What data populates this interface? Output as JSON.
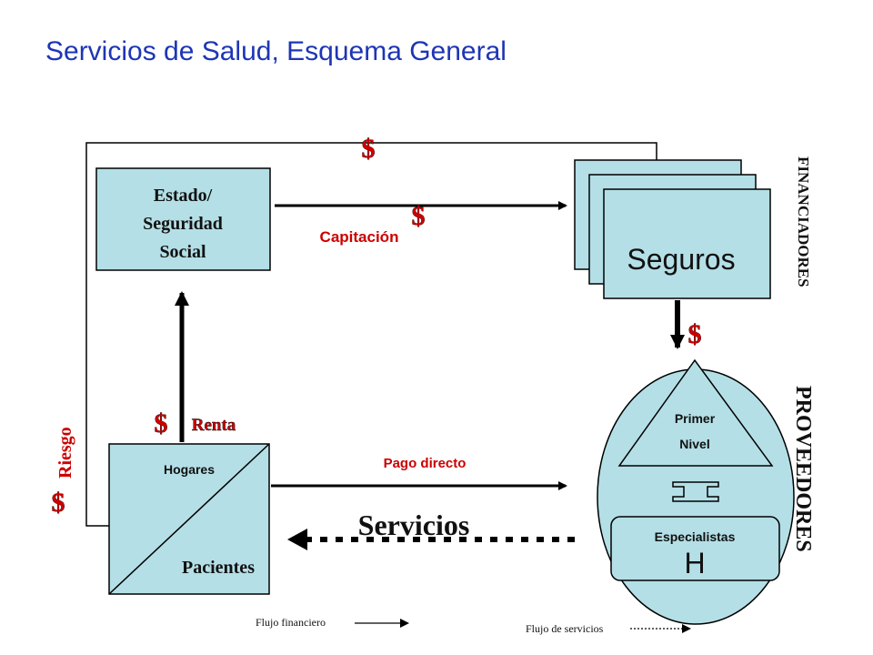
{
  "title": "Servicios de Salud, Esquema General",
  "nodes": {
    "estado": {
      "line1": "Estado/",
      "line2": "Seguridad",
      "line3": "Social"
    },
    "seguros": "Seguros",
    "hogares": "Hogares",
    "pacientes": "Pacientes",
    "primer_nivel": {
      "line1": "Primer",
      "line2": "Nivel"
    },
    "especialistas": "Especialistas",
    "hospital": "H"
  },
  "side_labels": {
    "financiadores": "FINANCIADORES",
    "proveedores": "PROVEEDORES",
    "riesgo": "Riesgo"
  },
  "flows": {
    "dollar": "$",
    "capitacion": "Capitación",
    "renta": "Renta",
    "pago_directo": "Pago directo",
    "servicios": "Servicios"
  },
  "legend": {
    "flujo_financiero": "Flujo financiero",
    "flujo_servicios": "Flujo de servicios"
  },
  "colors": {
    "title": "#1e35b5",
    "box_fill": "#b4dfe6",
    "money": "#cc0000"
  }
}
